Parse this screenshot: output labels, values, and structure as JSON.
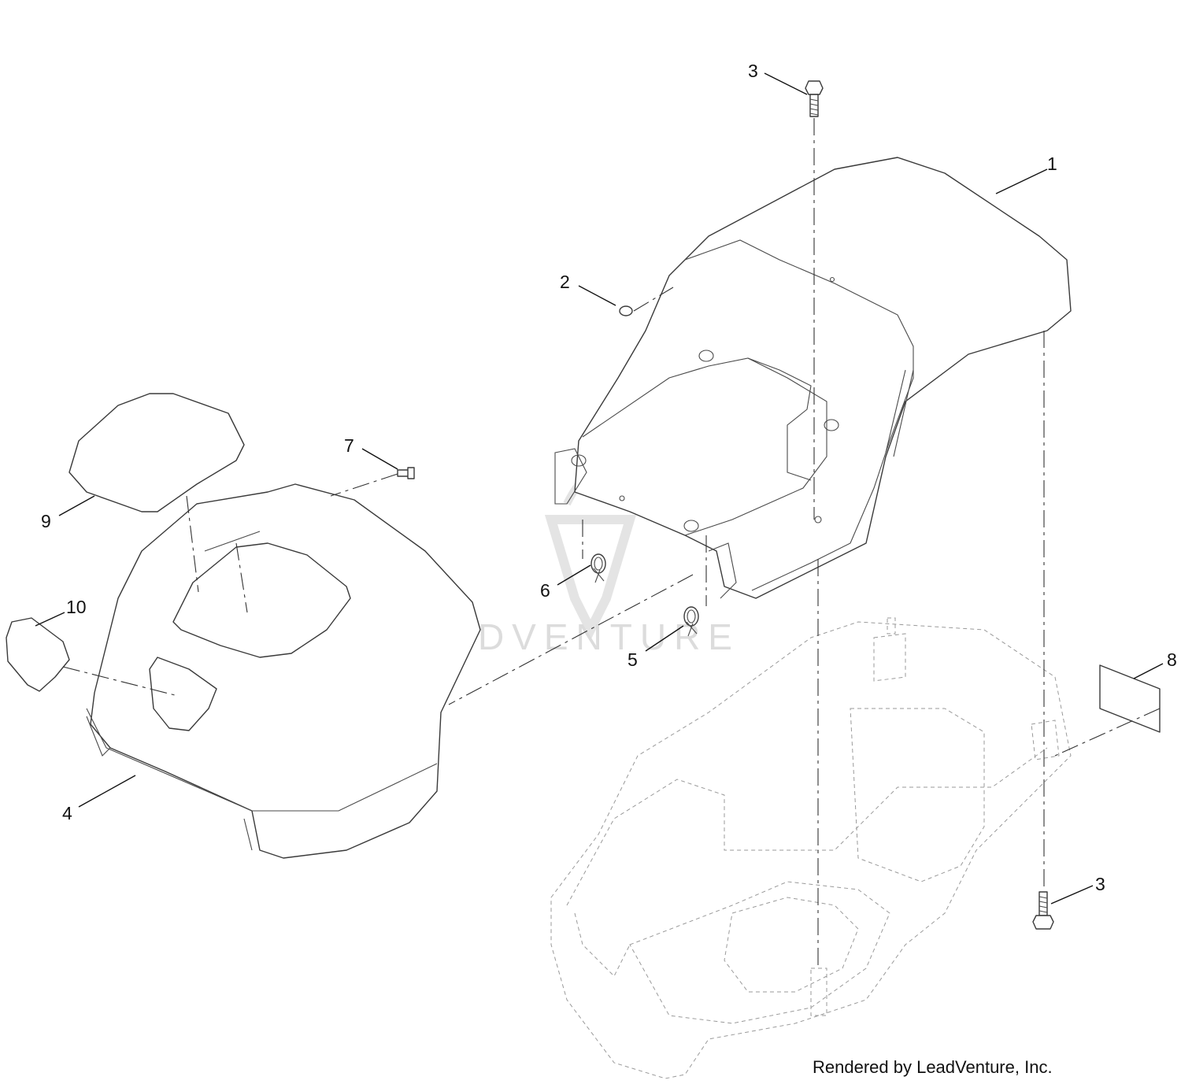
{
  "diagram": {
    "callouts": [
      {
        "id": "1",
        "label": "1"
      },
      {
        "id": "2",
        "label": "2"
      },
      {
        "id": "3a",
        "label": "3"
      },
      {
        "id": "3b",
        "label": "3"
      },
      {
        "id": "4",
        "label": "4"
      },
      {
        "id": "5",
        "label": "5"
      },
      {
        "id": "6",
        "label": "6"
      },
      {
        "id": "7",
        "label": "7"
      },
      {
        "id": "8",
        "label": "8"
      },
      {
        "id": "9",
        "label": "9"
      },
      {
        "id": "10",
        "label": "10"
      }
    ],
    "watermark": "LEADVENTURE",
    "credit": "Rendered by LeadVenture, Inc."
  }
}
